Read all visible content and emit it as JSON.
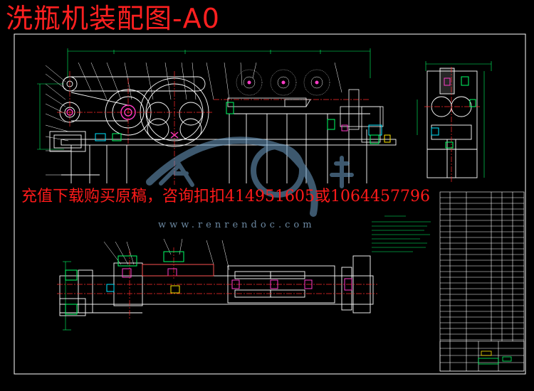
{
  "title": "洗瓶机装配图-A0",
  "banner": "充值下载购买原稿，咨询扣扣414951605或1064457796",
  "watermark_url": "www.renrendoc.com",
  "colors": {
    "background": "#000000",
    "frame": "#ffffff",
    "title_red": "#ff2020",
    "dim_green": "#00ff66",
    "part_magenta": "#ff3cc8",
    "axis_red": "#ff2a2a",
    "cyan": "#00e5ff",
    "yellow": "#ffe600",
    "watermark_blue": "#6fa0c8"
  },
  "icons": {
    "watermark_logo": "renrendoc-logo-icon"
  }
}
